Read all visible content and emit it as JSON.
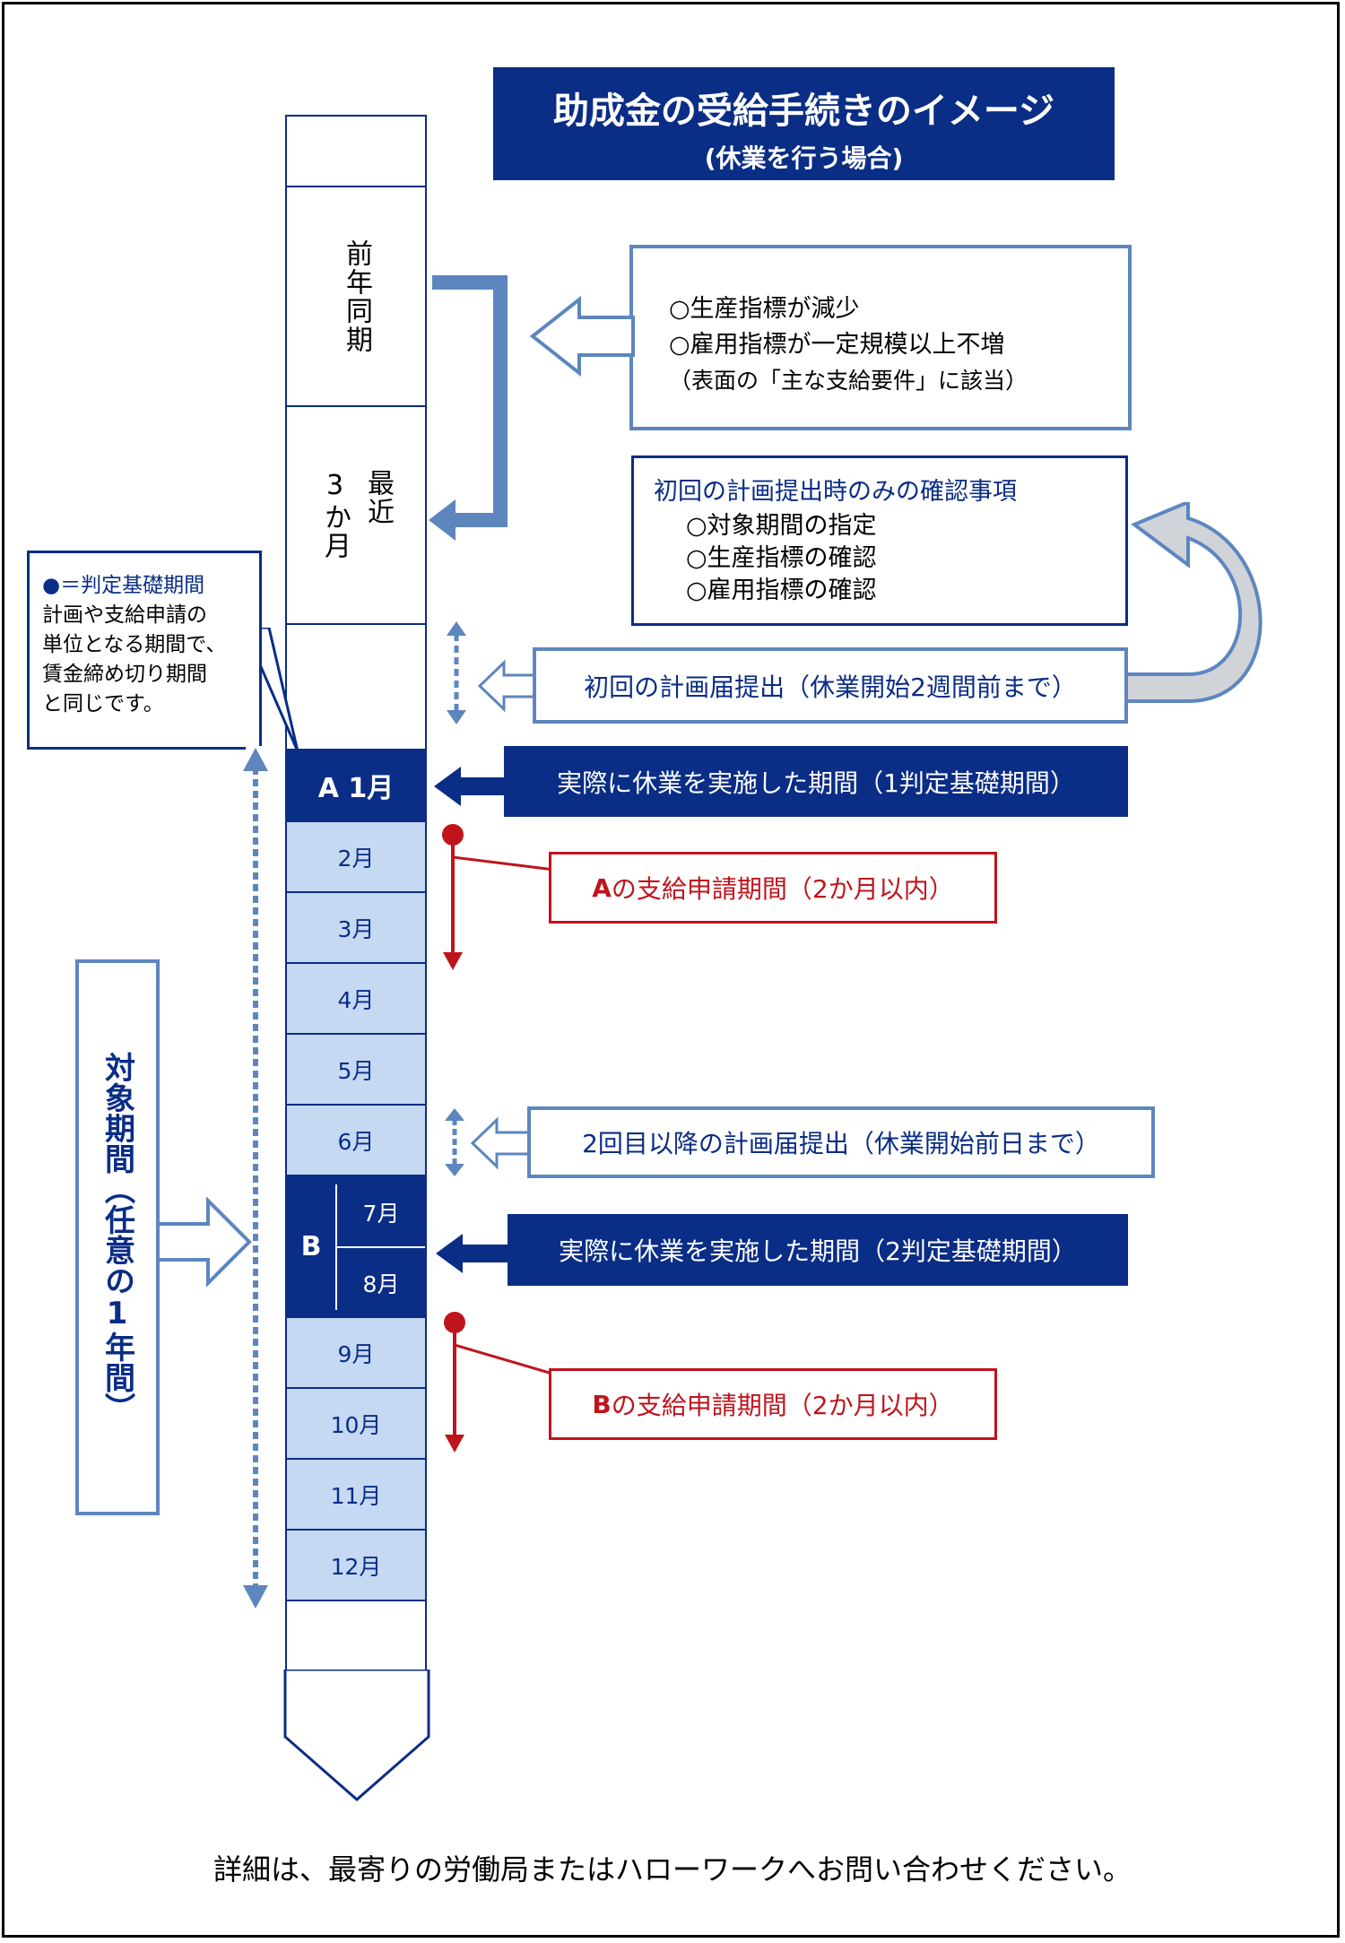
{
  "title": {
    "main": "助成金の受給手続きのイメージ",
    "sub": "(休業を行う場合)"
  },
  "column": {
    "prev_year": "前年同期",
    "recent_3m_a": "最近",
    "recent_3m_b": "3か月",
    "a_label": "A 1月",
    "b_label": "B",
    "months": [
      "2月",
      "3月",
      "4月",
      "5月",
      "6月",
      "7月",
      "8月",
      "9月",
      "10月",
      "11月",
      "12月"
    ]
  },
  "requirements_box": {
    "line1": "○生産指標が減少",
    "line2": "○雇用指標が一定規模以上不増",
    "line3": "（表面の「主な支給要件」に該当）"
  },
  "first_plan_check": {
    "title": "初回の計画提出時のみの確認事項",
    "items": [
      "○対象期間の指定",
      "○生産指標の確認",
      "○雇用指標の確認"
    ]
  },
  "legend_box": {
    "title": "●＝判定基礎期間",
    "body_lines": [
      "計画や支給申請の",
      "単位となる期間で、",
      "賃金締め切り期間",
      "と同じです。"
    ]
  },
  "first_plan_submit": "初回の計画届提出（休業開始2週間前まで）",
  "actual_leave_1": "実際に休業を実施した期間（1判定基礎期間）",
  "apply_a_prefix": "A",
  "apply_a_rest": "の支給申請期間（2か月以内）",
  "second_plan_submit": "2回目以降の計画届提出（休業開始前日まで）",
  "actual_leave_2": "実際に休業を実施した期間（2判定基礎期間）",
  "apply_b_prefix": "B",
  "apply_b_rest": "の支給申請期間（2か月以内）",
  "target_period": "対象期間（任意の1年間）",
  "footer": "詳細は、最寄りの労働局またはハローワークへお問い合わせください。",
  "colors": {
    "navy": "#0a2d86",
    "mid_blue": "#5d86bf",
    "light_blue": "#c5d9f3",
    "red": "#c0141c"
  }
}
